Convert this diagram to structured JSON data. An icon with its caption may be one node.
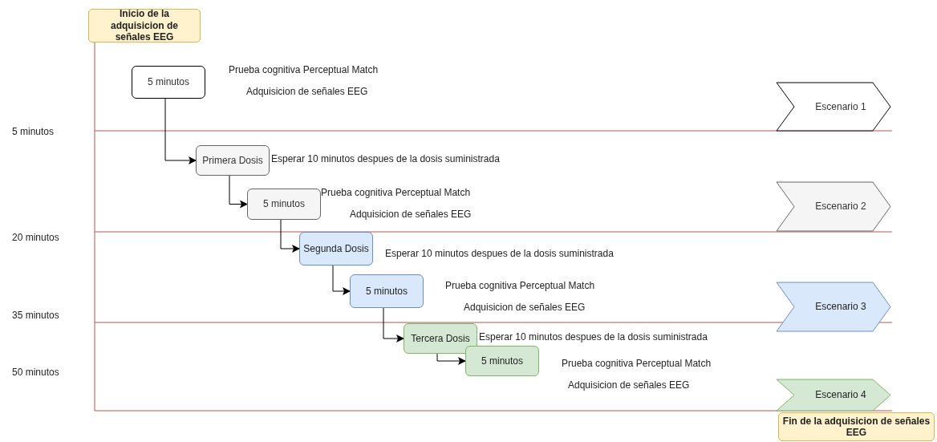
{
  "diagram": {
    "nodes": [
      {
        "text": [
          "Inicio de la adquisicion de señales EEG"
        ]
      },
      {
        "text": [
          "5 minutos"
        ],
        "beside": [
          "Prueba cognitiva Perceptual Match",
          "Adquisicion de señales EEG"
        ]
      },
      {
        "text": [
          "Primera Dosis"
        ],
        "beside": [
          "Esperar 10 minutos despues de la dosis suministrada"
        ]
      },
      {
        "text": [
          "5 minutos"
        ],
        "beside": [
          "Prueba cognitiva Perceptual Match",
          "Adquisicion de señales EEG"
        ]
      },
      {
        "text": [
          "Segunda Dosis"
        ],
        "beside": [
          "Esperar 10 minutos despues de la dosis suministrada"
        ]
      },
      {
        "text": [
          "5 minutos"
        ],
        "beside": [
          "Prueba cognitiva Perceptual Match",
          "Adquisicion de señales EEG"
        ]
      },
      {
        "text": [
          "Tercera Dosis"
        ],
        "beside": [
          "Esperar 10 minutos despues de la dosis suministrada"
        ]
      },
      {
        "text": [
          "5 minutos"
        ],
        "beside": [
          "Prueba cognitiva Perceptual Match",
          "Adquisicion de señales EEG"
        ]
      },
      {
        "text": [
          "Escenario 1"
        ]
      },
      {
        "text": [
          "Escenario 2"
        ]
      },
      {
        "text": [
          "Escenario 3"
        ]
      },
      {
        "text": [
          "Escenario 4"
        ]
      },
      {
        "text": [
          "Fin de la adquisicion de señales EEG"
        ]
      }
    ],
    "edges": [
      {
        "from": 1,
        "to": 2,
        "arrow": "to"
      },
      {
        "from": 2,
        "to": 3,
        "arrow": "to"
      },
      {
        "from": 3,
        "to": 4,
        "arrow": "to"
      },
      {
        "from": 4,
        "to": 5,
        "arrow": "to"
      },
      {
        "from": 5,
        "to": 6,
        "arrow": "to"
      },
      {
        "from": 6,
        "to": 7,
        "arrow": "to"
      }
    ],
    "labels": [
      "5 minutos",
      "20 minutos",
      "35 minutos",
      "50 minutos"
    ]
  }
}
